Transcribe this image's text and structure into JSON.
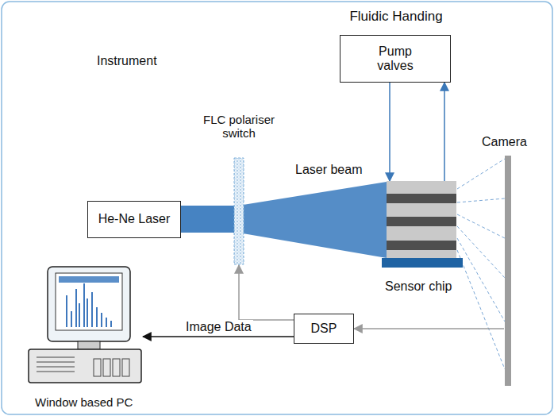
{
  "diagram": {
    "nodes": [
      {
        "text": [
          "Fluidic Handing",
          "Pump valves"
        ]
      },
      {
        "text": [
          "He-Ne Laser"
        ]
      },
      {
        "text": [
          "FLC polariser switch"
        ]
      },
      {
        "text": [
          "Sensor chip"
        ]
      },
      {
        "text": [
          "Camera"
        ]
      },
      {
        "text": [
          "DSP"
        ]
      },
      {
        "text": [
          "Window based PC"
        ]
      }
    ],
    "edges": [
      {
        "from": 0,
        "to": 3,
        "arrow": "to"
      },
      {
        "from": 3,
        "to": 0,
        "arrow": "to"
      },
      {
        "from": 4,
        "to": 5,
        "arrow": "to"
      },
      {
        "from": 5,
        "to": 2,
        "arrow": "to"
      },
      {
        "from": 5,
        "to": 6,
        "label": "Image Data",
        "arrow": "to"
      }
    ],
    "labels": [
      "Instrument",
      "Laser beam"
    ]
  }
}
